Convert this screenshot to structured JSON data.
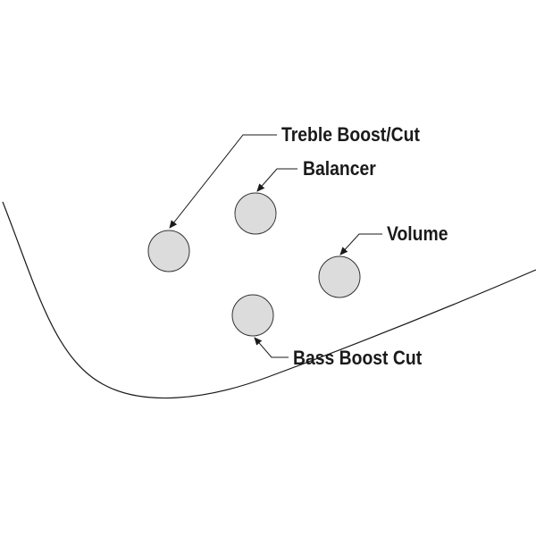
{
  "diagram": {
    "labels": {
      "treble": "Treble Boost/Cut",
      "balancer": "Balancer",
      "volume": "Volume",
      "bass": "Bass Boost Cut"
    },
    "colors": {
      "knob_fill": "#dcdcdc",
      "knob_stroke": "#333333",
      "outline": "#1a1a1a",
      "text": "#1a1a1a"
    }
  }
}
